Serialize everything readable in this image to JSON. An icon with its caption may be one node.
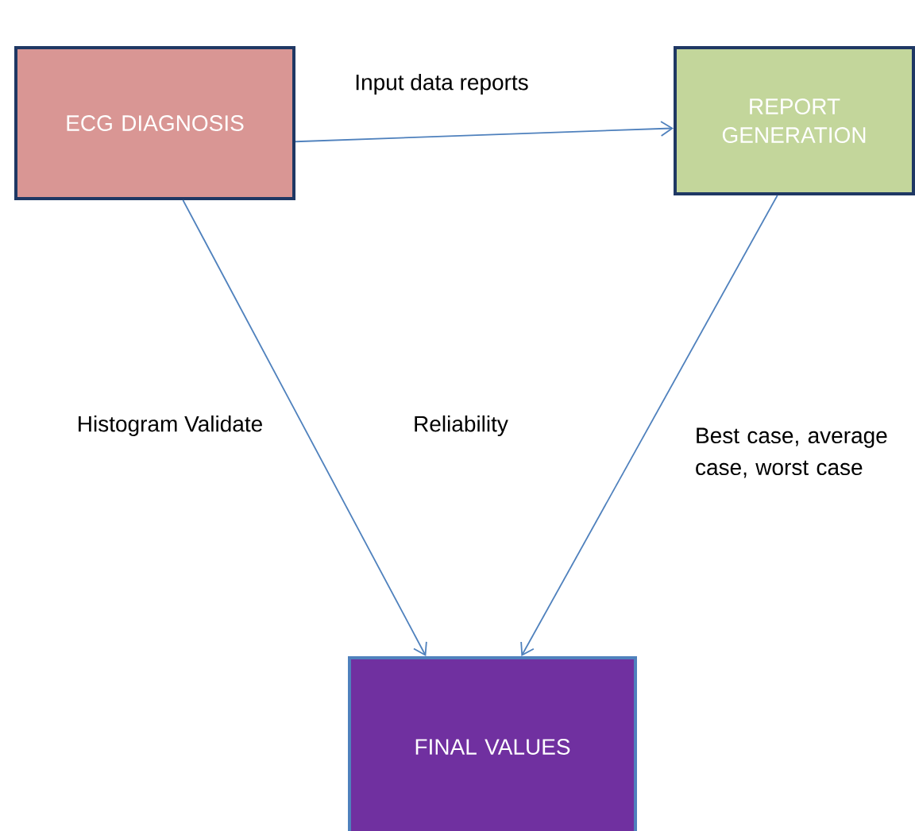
{
  "diagram": {
    "nodes": [
      {
        "text": [
          "ECG DIAGNOSIS"
        ]
      },
      {
        "text": [
          "REPORT GENERATION"
        ]
      },
      {
        "text": [
          "FINAL VALUES"
        ]
      }
    ],
    "edges": [
      {
        "from": 0,
        "to": 1,
        "arrow": "to",
        "label": "Input data reports"
      },
      {
        "from": 0,
        "to": 2,
        "arrow": "to",
        "label": "Histogram Validate"
      },
      {
        "from": 1,
        "to": 2,
        "arrow": "to",
        "label": "Best case, average case, worst case"
      }
    ],
    "labels": [
      "Reliability"
    ]
  }
}
